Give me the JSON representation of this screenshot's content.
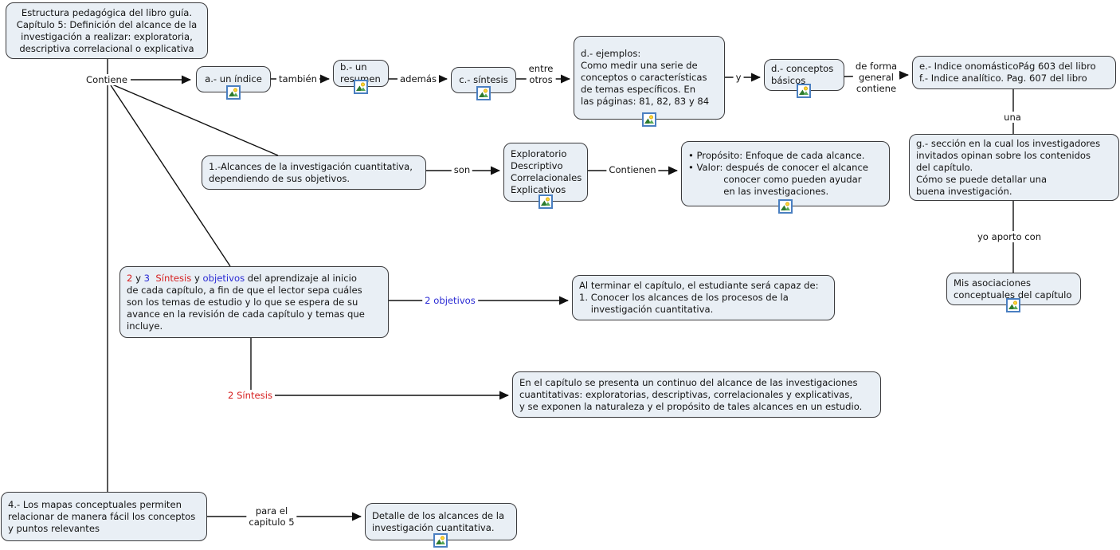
{
  "meta": {
    "diagram_type": "concept-map",
    "icon_name": "image-resource-icon"
  },
  "colors": {
    "node_fill": "#e9eff5",
    "node_border": "#3a3a3c",
    "line": "#111111",
    "red": "#d62020",
    "blue": "#2a2ad4",
    "text": "#141414"
  },
  "nodes": {
    "title_box": {
      "text": "Estructura pedagógica del libro guía.\nCapítulo 5: Definición del alcance de la\ninvestigación a realizar: exploratoria,\ndescriptiva correlacional o explicativa"
    },
    "indice": {
      "text": "a.- un índice"
    },
    "resumen": {
      "text": "b.- un\nresumen"
    },
    "sintesis": {
      "text": "c.- síntesis"
    },
    "ejemplos": {
      "text": "d.- ejemplos:\nComo medir una serie de\nconceptos o características\nde temas específicos. En\nlas páginas: 81, 82, 83 y 84"
    },
    "conceptos": {
      "text": "d.- conceptos\nbásicos"
    },
    "indices_ef": {
      "text": "e.- Indice onomásticoPág 603 del libro\nf.- Indice analítico. Pag. 607 del libro"
    },
    "seccion_g": {
      "text": "g.- sección en la cual los investigadores\ninvitados opinan sobre los contenidos\ndel capítulo.\nCómo se puede detallar una\nbuena investigación."
    },
    "asociaciones": {
      "text": "Mis asociaciones\nconceptuales del capítulo"
    },
    "alcances": {
      "text": "1.-Alcances de la investigación cuantitativa,\ndependiendo de sus objetivos."
    },
    "tipos": {
      "text": "Exploratorio\nDescriptivo\nCorrelacionales\nExplicativos"
    },
    "proposito_valor": {
      "text": "• Propósito: Enfoque de cada alcance.\n• Valor: después de conocer el alcance\n            conocer como pueden ayudar\n            en las investigaciones."
    },
    "sintesis_objetivos": {
      "segments": [
        {
          "text": "2",
          "color": "#d62020"
        },
        {
          "text": " y ",
          "color": "#141414"
        },
        {
          "text": "3",
          "color": "#2a2ad4"
        },
        {
          "text": "  ",
          "color": "#141414"
        },
        {
          "text": "Síntesis",
          "color": "#d62020"
        },
        {
          "text": " y ",
          "color": "#141414"
        },
        {
          "text": "objetivos",
          "color": "#2a2ad4"
        },
        {
          "text": " del aprendizaje al inicio\nde cada capítulo, a fin de que el lector sepa cuáles\nson los temas de estudio y lo que se espera de su\navance en la revisión de cada capítulo y temas que\nincluye.",
          "color": "#141414"
        }
      ]
    },
    "al_terminar": {
      "text": "Al terminar el capítulo, el estudiante será capaz de:\n1. Conocer los alcances de los procesos de la\n    investigación cuantitativa."
    },
    "en_capitulo": {
      "text": "En el capítulo se presenta un continuo del alcance de las investigaciones\ncuantitativas: exploratorias, descriptivas, correlacionales y explicativas,\ny se exponen la naturaleza y el propósito de tales alcances en un estudio."
    },
    "mapas": {
      "text": "4.- Los mapas conceptuales permiten\nrelacionar de manera fácil los conceptos\ny puntos relevantes"
    },
    "detalle": {
      "text": "Detalle de los alcances de la\ninvestigación cuantitativa."
    }
  },
  "links": {
    "contiene": "Contiene",
    "tambien": "también",
    "ademas": "además",
    "entre_otros": "entre\notros",
    "y": "y",
    "de_forma": "de forma\ngeneral\ncontiene",
    "una": "una",
    "yo_aporto": "yo aporto con",
    "son": "son",
    "contienen": "Contienen",
    "dos_objetivos": "2 objetivos",
    "dos_sintesis": "2 Síntesis",
    "para_el": "para el\ncapitulo 5"
  }
}
